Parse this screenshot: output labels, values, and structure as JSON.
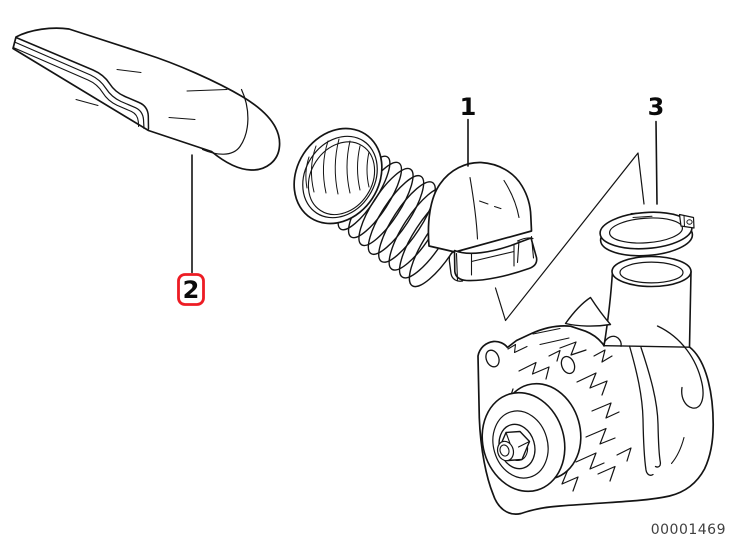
{
  "diagram": {
    "kind": "exploded-parts-line-drawing",
    "background_color": "#ffffff",
    "line_color": "#141414",
    "highlight_color": "#ed1c24",
    "part_number_color": "#404040",
    "callouts": [
      {
        "label": "1",
        "highlighted": false
      },
      {
        "label": "2",
        "highlighted": true
      },
      {
        "label": "3",
        "highlighted": false
      }
    ],
    "diagram_number": "00001469"
  }
}
